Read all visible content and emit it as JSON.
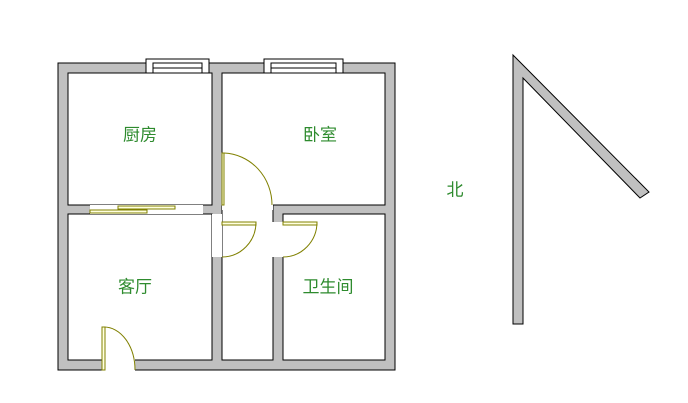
{
  "rooms": {
    "kitchen": "厨房",
    "bedroom": "卧室",
    "living_room": "客厅",
    "bathroom": "卫生间"
  },
  "compass": {
    "north": "北"
  },
  "colors": {
    "wall": "#c0c0c0",
    "label": "#2e8b2e",
    "door": "#808000",
    "door_fill": "#ffffe0"
  }
}
